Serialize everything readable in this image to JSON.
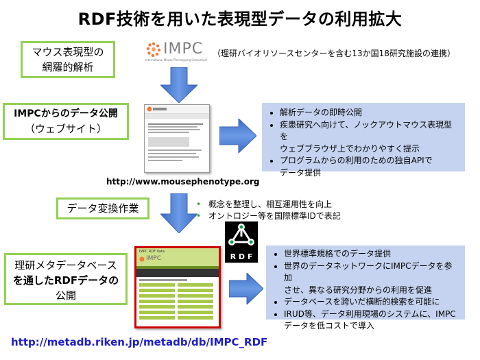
{
  "title": "RDF技術を用いた表現型データの利用拡大",
  "box1": {
    "line1": "マウス表現型の",
    "line2": "網羅的解析"
  },
  "logo_text": "IMPC",
  "logo_caption": "International Mouse Phenotyping Consortium",
  "partner_note": "（理研バイオリソースセンターを含む13か国18研究施設の連携）",
  "box2": {
    "line1": "IMPCからのデータ公開",
    "line2": "（ウェブサイト）"
  },
  "website_url": "http://www.mousephenotype.org",
  "bullets1": [
    "解析データの即時公開",
    "疾患研究へ向けて、ノックアウトマウス表現型を",
    "ウェブブラウザ上でわかりやすく提示",
    "プログラムからの利用のための独自APIで",
    "データ提供"
  ],
  "box3": {
    "label": "データ変換作業"
  },
  "bullets2": [
    "概念を整理し、相互運用性を向上",
    "オントロジー等を国際標準IDで表記"
  ],
  "rdf_label": "R D F",
  "box4": {
    "line1": "理研メタデータベース",
    "line2": "を通したRDFデータの",
    "line3": "公開"
  },
  "bullets3": [
    "世界標準規格でのデータ提供",
    "世界のデータネットワークにIMPCデータを参加",
    "させ、異なる研究分野からの利用を促進",
    "データベースを跨いだ横断的検索を可能に",
    "IRUD等、データ利用現場のシステムに、IMPC",
    "データを低コストで導入"
  ],
  "metadb_url": "http://metadb.riken.jp/metadb/db/IMPC_RDF",
  "metadb_shot": {
    "header": "IMPC RDF data",
    "brand": "IMPC"
  },
  "colors": {
    "green_border": "#92d050",
    "blue_box": "#c5d3f0",
    "arrow_blue": "#4f81d4",
    "url_blue": "#1d1dc8",
    "red_frame": "#cc0000",
    "impc_gray": "#7f7f7f",
    "impc_orange": "#f07a3a"
  }
}
